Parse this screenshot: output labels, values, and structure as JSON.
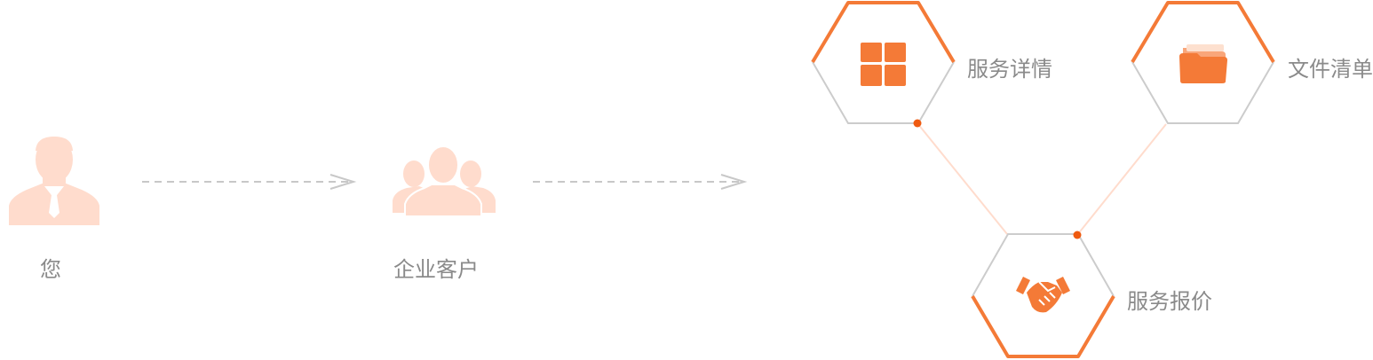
{
  "nodes": {
    "you": {
      "label": "您",
      "icon": "user-icon"
    },
    "enterprise": {
      "label": "企业客户",
      "icon": "users-group-icon"
    }
  },
  "hexagons": {
    "service_detail": {
      "label": "服务详情",
      "icon": "grid-icon"
    },
    "file_list": {
      "label": "文件清单",
      "icon": "folder-icon"
    },
    "service_quote": {
      "label": "服务报价",
      "icon": "handshake-icon"
    }
  },
  "colors": {
    "accent": "#f47a37",
    "accent_light": "#ffdccd",
    "dot": "#ef5a10",
    "outline": "#cccccc",
    "arrow": "#c8c8c8",
    "label": "#8a8a8a"
  }
}
